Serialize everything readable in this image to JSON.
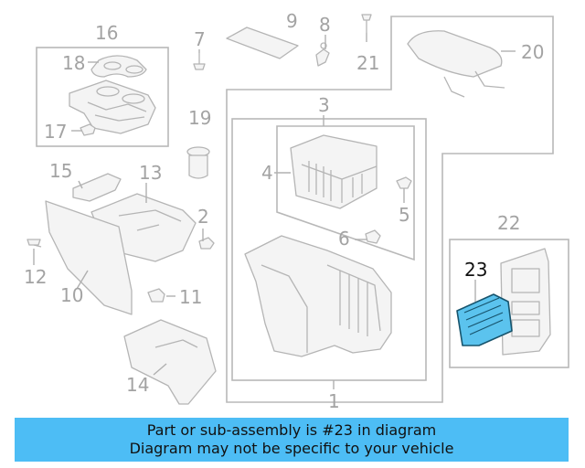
{
  "colors": {
    "banner_bg": "#4dbdf5",
    "highlight_part": "#5bc3ee",
    "line_art": "#b5b5b5",
    "callout_text": "#a3a3a3",
    "highlight_text": "#111111"
  },
  "callouts": {
    "c1": "1",
    "c2": "2",
    "c3": "3",
    "c4": "4",
    "c5": "5",
    "c6": "6",
    "c7": "7",
    "c8": "8",
    "c9": "9",
    "c10": "10",
    "c11": "11",
    "c12": "12",
    "c13": "13",
    "c14": "14",
    "c15": "15",
    "c16": "16",
    "c17": "17",
    "c18": "18",
    "c19": "19",
    "c20": "20",
    "c21": "21",
    "c22": "22",
    "c23": "23"
  },
  "highlighted_part": "23",
  "banner": {
    "line1": "Part or sub-assembly is #23 in diagram",
    "line2": "Diagram may not be specific to your vehicle"
  }
}
